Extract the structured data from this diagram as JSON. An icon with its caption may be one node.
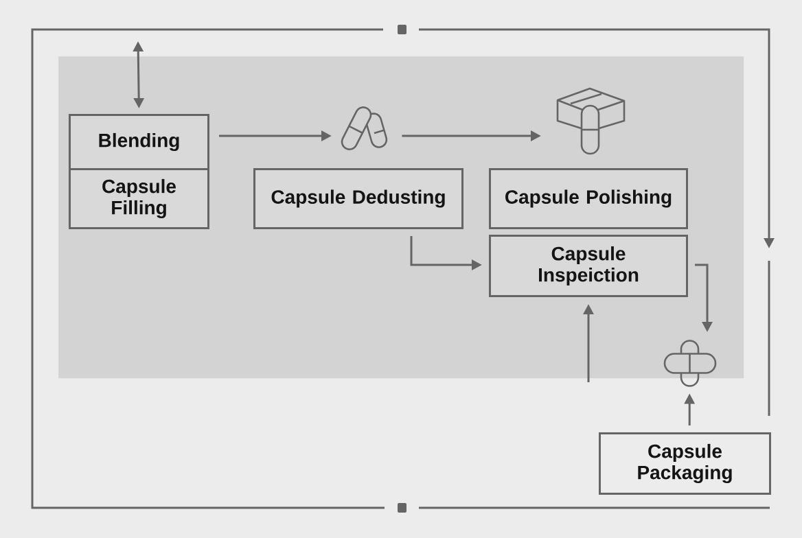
{
  "diagram": {
    "nodes": [
      {
        "text": [],
        "shape": "box"
      },
      {
        "text": [
          "Blending"
        ],
        "in": 0
      },
      {
        "text": [
          "Capsule Filling"
        ],
        "in": 0
      },
      {
        "text": [],
        "shape": "picture",
        "in": 0
      },
      {
        "text": [],
        "shape": "picture",
        "in": 0
      },
      {
        "text": [
          "Capsule Dedusting"
        ],
        "in": 0
      },
      {
        "text": [
          "Capsule Polishing"
        ],
        "in": 0
      },
      {
        "text": [
          "Capsule Inspeiction"
        ],
        "in": 0
      },
      {
        "text": [],
        "shape": "picture"
      },
      {
        "text": [
          "Capsule Packaging"
        ]
      }
    ],
    "edges": [
      {
        "from": null,
        "to": 1,
        "arrow": "both"
      },
      {
        "from": 1,
        "to": 3,
        "arrow": "to"
      },
      {
        "from": 3,
        "to": 4,
        "arrow": "to"
      },
      {
        "from": 5,
        "to": 7,
        "arrow": "to"
      },
      {
        "from": 7,
        "to": 8,
        "arrow": "to"
      },
      {
        "from": null,
        "to": 7,
        "arrow": "to"
      },
      {
        "from": 9,
        "to": 8,
        "arrow": "to"
      }
    ]
  }
}
